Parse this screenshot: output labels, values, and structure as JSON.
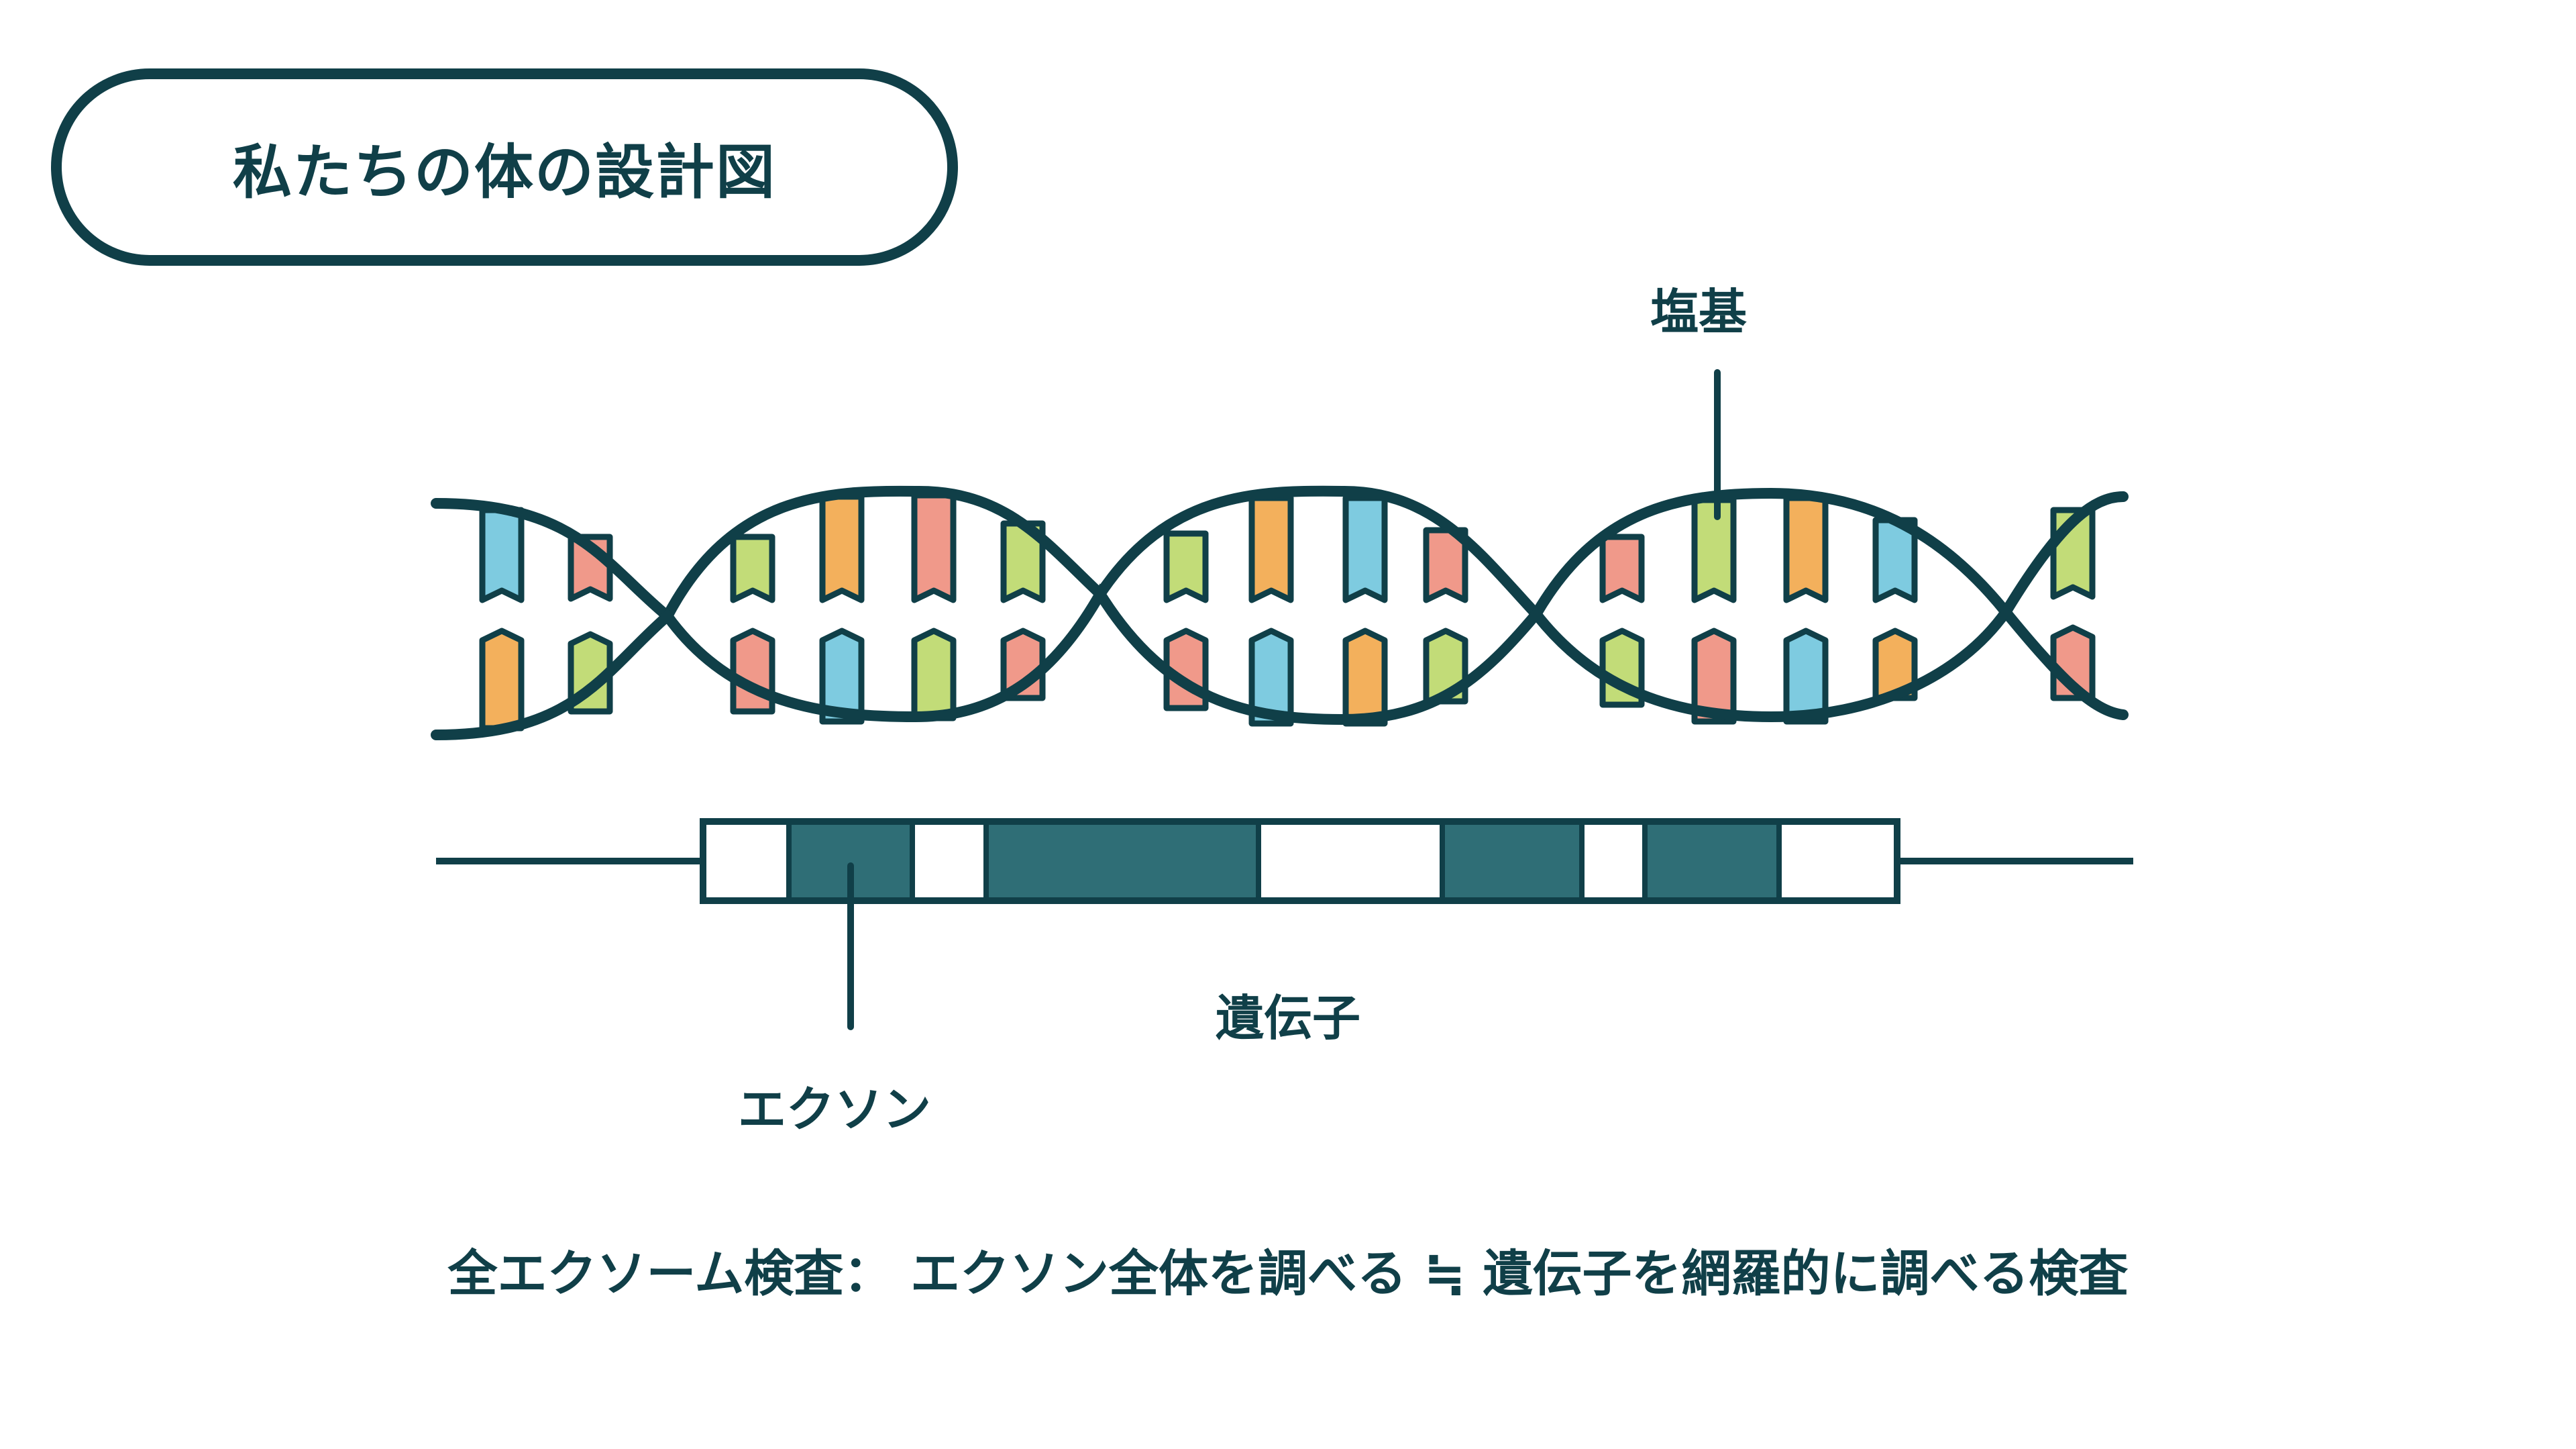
{
  "title": "私たちの体の設計図",
  "labels": {
    "base": "塩基",
    "gene": "遺伝子",
    "exon": "エクソン"
  },
  "caption": "全エクソーム検査： エクソン全体を調べる ≒ 遺伝子を網羅的に調べる検査",
  "colors": {
    "outline": "#103f48",
    "exon": "#2f6e76",
    "base_blue": "#7ecbe0",
    "base_red": "#f0998a",
    "base_green": "#c2dc78",
    "base_orange": "#f3b05c"
  },
  "gene_segments": [
    {
      "kind": "intron"
    },
    {
      "kind": "exon"
    },
    {
      "kind": "intron"
    },
    {
      "kind": "exon"
    },
    {
      "kind": "intron"
    },
    {
      "kind": "exon"
    },
    {
      "kind": "intron"
    },
    {
      "kind": "exon"
    },
    {
      "kind": "intron"
    }
  ]
}
